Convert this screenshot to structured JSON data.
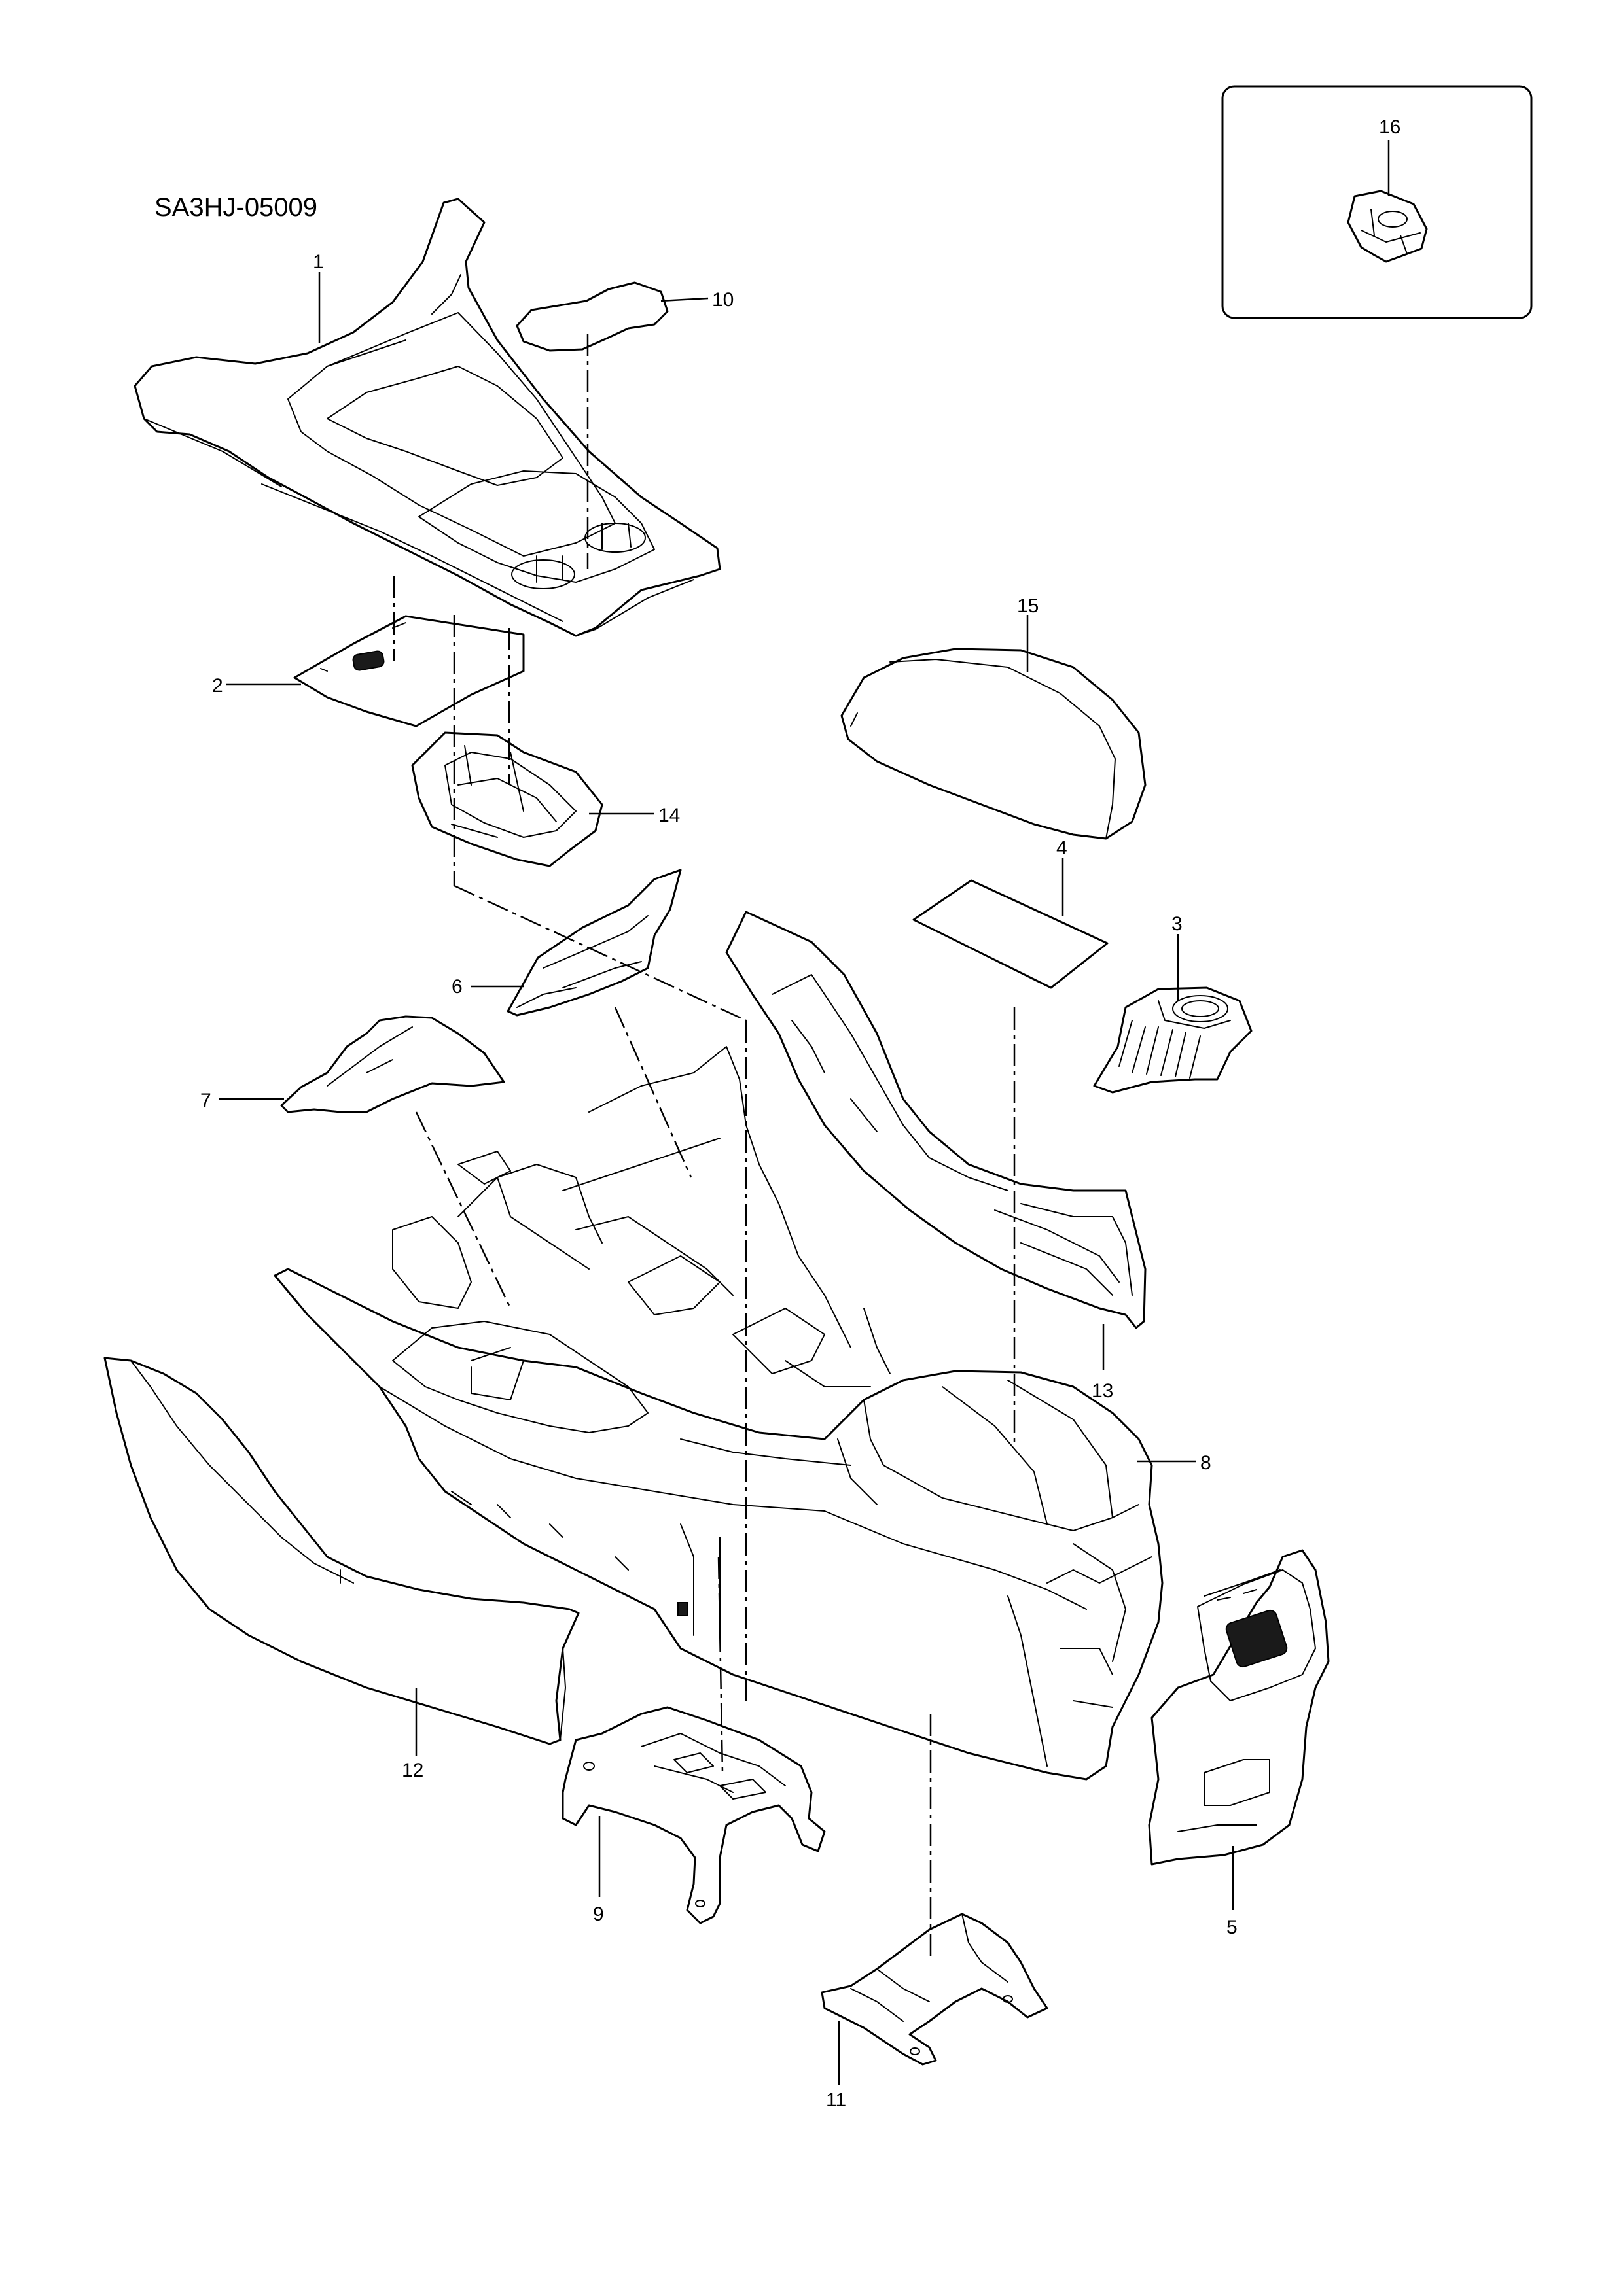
{
  "diagram": {
    "code": "SA3HJ-05009",
    "callouts": {
      "c1": "1",
      "c2": "2",
      "c3": "3",
      "c4": "4",
      "c5": "5",
      "c6": "6",
      "c7": "7",
      "c8": "8",
      "c9": "9",
      "c10": "10",
      "c11": "11",
      "c12": "12",
      "c13": "13",
      "c14": "14",
      "c15": "15",
      "c16": "16"
    }
  }
}
